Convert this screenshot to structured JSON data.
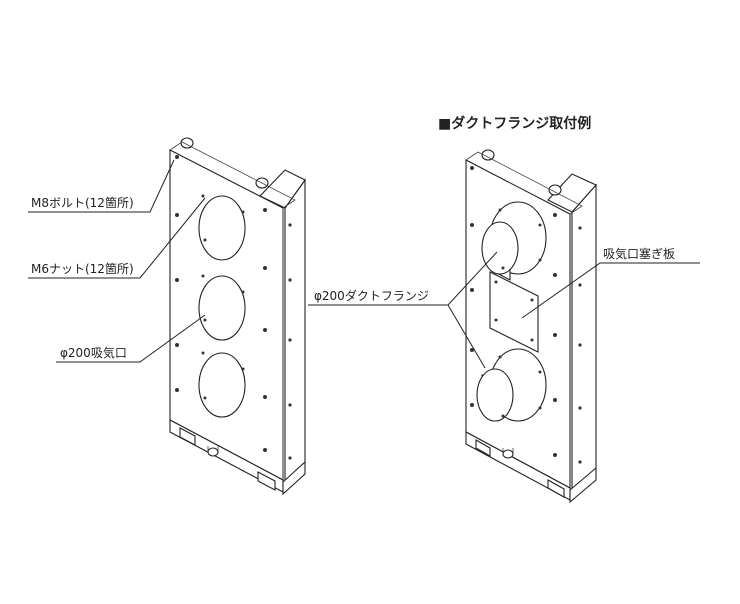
{
  "title": "■ダクトフランジ取付例",
  "left_unit": {
    "labels": {
      "m8_bolt": "M8ボルト(12箇所)",
      "m6_nut": "M6ナット(12箇所)",
      "intake": "φ200吸気口"
    }
  },
  "right_unit": {
    "labels": {
      "flange": "φ200ダクトフランジ",
      "blind_plate": "吸気口塞ぎ板"
    }
  }
}
